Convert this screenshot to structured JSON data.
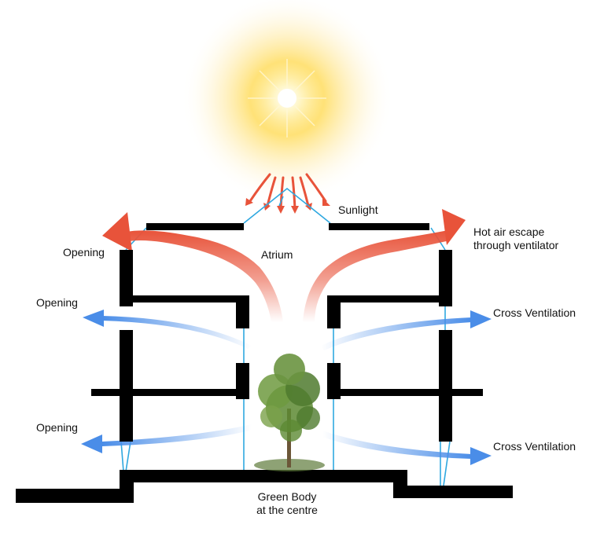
{
  "labels": {
    "sunlight": "Sunlight",
    "atrium": "Atrium",
    "hot_air": [
      "Hot air escape",
      "through ventilator"
    ],
    "opening_top": "Opening",
    "opening_mid": "Opening",
    "opening_bottom": "Opening",
    "cross_vent_upper": "Cross Ventilation",
    "cross_vent_lower": "Cross Ventilation",
    "green_body": [
      "Green Body",
      "at the centre"
    ]
  },
  "colors": {
    "structure": "#000000",
    "hot_air": "#e8533a",
    "cool_air": "#4a8de8",
    "sun_core": "#ffffff",
    "sun_glow": "#ffd23a",
    "light_line": "#2fa8e0",
    "tree": "#4f7a2e"
  },
  "icons": {
    "sun": "sun-icon",
    "tree": "tree-icon"
  }
}
